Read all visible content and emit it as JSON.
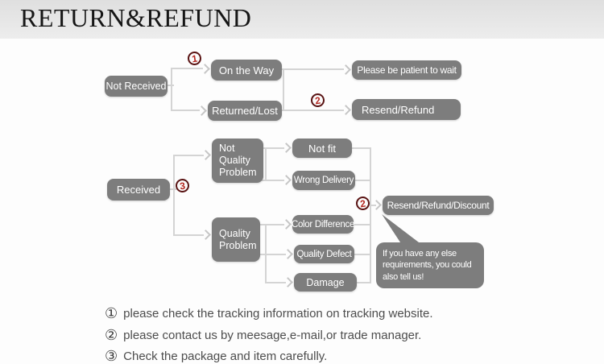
{
  "title": "RETURN&REFUND",
  "colors": {
    "node_fill": "#7d7d7d",
    "node_text": "#ffffff",
    "connector": "#d4d4d4",
    "badge_number": "#b3231c",
    "badge_ring": "#5a1414",
    "header_band": "#e6e6e6",
    "note_text": "#4d4d4d"
  },
  "flow": {
    "nodes": {
      "not_received": "Not Received",
      "on_the_way": "On the Way",
      "returned_lost": "Returned/Lost",
      "be_patient": "Please be patient to wait",
      "resend_refund": "Resend/Refund",
      "received": "Received",
      "not_quality_problem": "Not Quality Problem",
      "not_fit": "Not fit",
      "wrong_delivery": "Wrong Delivery",
      "quality_problem": "Quality Problem",
      "color_difference": "Color Difference",
      "quality_defect": "Quality Defect",
      "damage": "Damage",
      "resend_refund_discount": "Resend/Refund/Discount",
      "bubble": "If you have any else requirements, you could also tell us!"
    },
    "badges": {
      "one": "1",
      "two": "2",
      "three": "3"
    }
  },
  "notes": [
    {
      "num": "①",
      "text": "please check the tracking information on tracking website."
    },
    {
      "num": "②",
      "text": "please contact us by meesage,e-mail,or trade manager."
    },
    {
      "num": "③",
      "text": "Check the package and item carefully."
    }
  ]
}
